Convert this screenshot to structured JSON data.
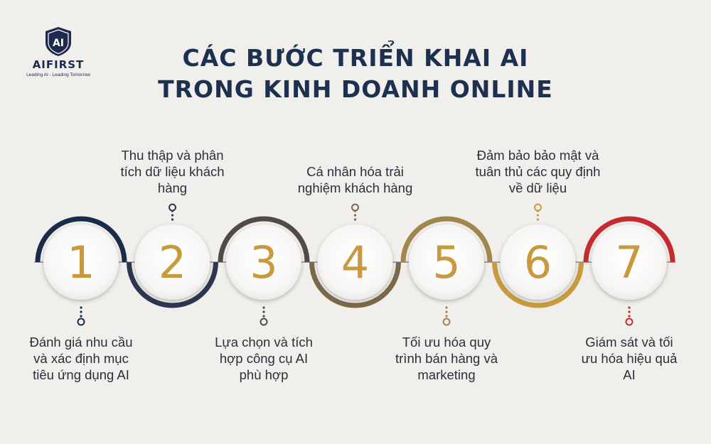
{
  "logo": {
    "name": "AIFIRST",
    "tagline": "Leading AI - Leading Tomorrow",
    "emblem_text": "AI"
  },
  "title": {
    "line1": "CÁC BƯỚC TRIỂN KHAI AI",
    "line2": "TRONG KINH DOANH ONLINE"
  },
  "steps": [
    {
      "number": "1",
      "label": "Đánh giá nhu cầu và xác định mục tiêu ứng dụng AI",
      "color": "#1b2c4b",
      "arc": "top",
      "label_pos": "bottom"
    },
    {
      "number": "2",
      "label": "Thu thập và phân tích dữ liệu khách hàng",
      "color": "#2d3650",
      "arc": "bottom",
      "label_pos": "top"
    },
    {
      "number": "3",
      "label": "Lựa chọn và tích hợp công cụ AI phù hợp",
      "color": "#4e4c44",
      "arc": "top",
      "label_pos": "bottom"
    },
    {
      "number": "4",
      "label": "Cá nhân hóa trải nghiệm khách hàng",
      "color": "#7a6948",
      "arc": "bottom",
      "label_pos": "top"
    },
    {
      "number": "5",
      "label": "Tối ưu hóa quy trình bán hàng và marketing",
      "color": "#a0854c",
      "arc": "top",
      "label_pos": "bottom"
    },
    {
      "number": "6",
      "label": "Đảm bảo bảo mật và tuân thủ các quy định về dữ liệu",
      "color": "#c89a3e",
      "arc": "bottom",
      "label_pos": "top"
    },
    {
      "number": "7",
      "label": "Giám sát và tối ưu hóa hiệu quả AI",
      "color": "#c42a2e",
      "arc": "top",
      "label_pos": "bottom"
    }
  ],
  "colors": {
    "background": "#f1efec",
    "title": "#1d3050",
    "number": "#c9993d",
    "text": "#2b2f3a"
  }
}
